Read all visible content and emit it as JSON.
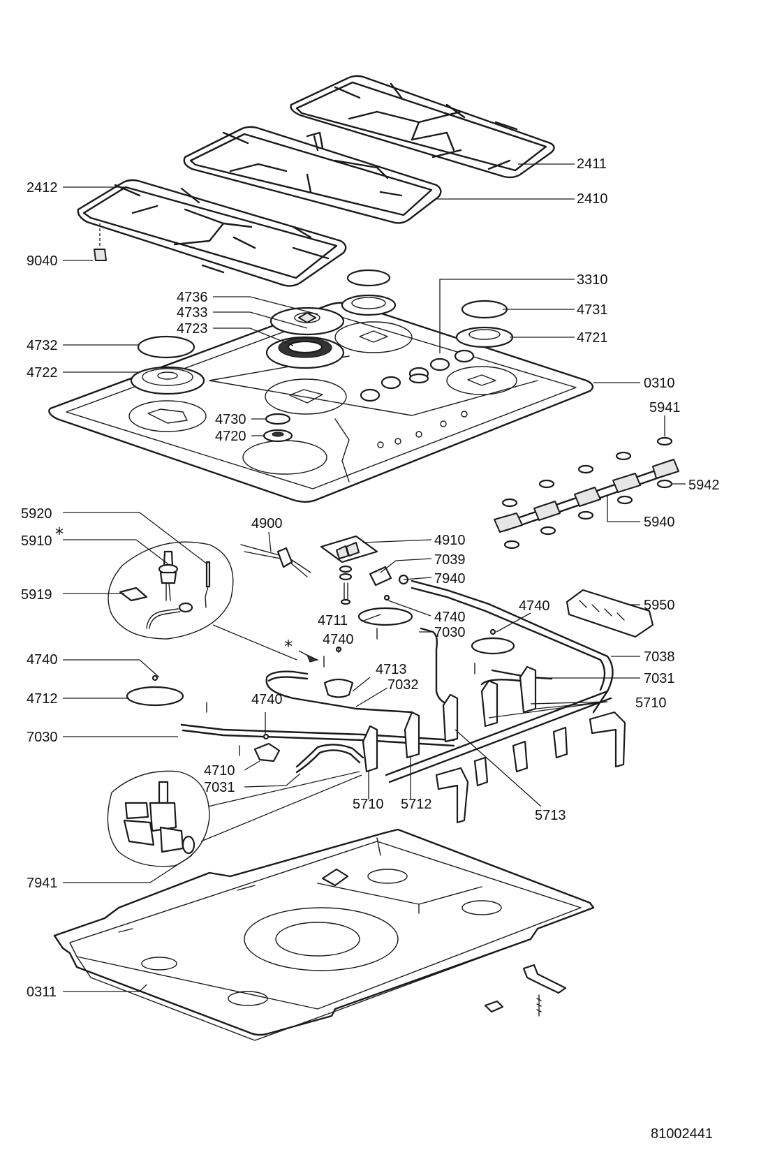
{
  "drawing_number": "81002441",
  "labels": [
    {
      "id": "2411",
      "text": "2411"
    },
    {
      "id": "2410",
      "text": "2410"
    },
    {
      "id": "2412",
      "text": "2412"
    },
    {
      "id": "9040",
      "text": "9040"
    },
    {
      "id": "3310",
      "text": "3310"
    },
    {
      "id": "4736",
      "text": "4736"
    },
    {
      "id": "4733",
      "text": "4733"
    },
    {
      "id": "4723",
      "text": "4723"
    },
    {
      "id": "4731",
      "text": "4731"
    },
    {
      "id": "4721",
      "text": "4721"
    },
    {
      "id": "4732",
      "text": "4732"
    },
    {
      "id": "4722",
      "text": "4722"
    },
    {
      "id": "0310",
      "text": "0310"
    },
    {
      "id": "4730",
      "text": "4730"
    },
    {
      "id": "4720",
      "text": "4720"
    },
    {
      "id": "5941",
      "text": "5941"
    },
    {
      "id": "5942",
      "text": "5942"
    },
    {
      "id": "5940",
      "text": "5940"
    },
    {
      "id": "5920",
      "text": "5920"
    },
    {
      "id": "4900",
      "text": "4900"
    },
    {
      "id": "4910",
      "text": "4910"
    },
    {
      "id": "5910",
      "text": "5910"
    },
    {
      "id": "7039",
      "text": "7039"
    },
    {
      "id": "7940",
      "text": "7940"
    },
    {
      "id": "5919",
      "text": "5919"
    },
    {
      "id": "4740a",
      "text": "4740"
    },
    {
      "id": "5950",
      "text": "5950"
    },
    {
      "id": "4711",
      "text": "4711"
    },
    {
      "id": "4740b",
      "text": "4740"
    },
    {
      "id": "7030a",
      "text": "7030"
    },
    {
      "id": "4740c",
      "text": "4740"
    },
    {
      "id": "7038",
      "text": "7038"
    },
    {
      "id": "4740d",
      "text": "4740"
    },
    {
      "id": "4713",
      "text": "4713"
    },
    {
      "id": "7032",
      "text": "7032"
    },
    {
      "id": "7031a",
      "text": "7031"
    },
    {
      "id": "4712",
      "text": "4712"
    },
    {
      "id": "5710a",
      "text": "5710"
    },
    {
      "id": "4740e",
      "text": "4740"
    },
    {
      "id": "7030b",
      "text": "7030"
    },
    {
      "id": "4710",
      "text": "4710"
    },
    {
      "id": "7031b",
      "text": "7031"
    },
    {
      "id": "5710b",
      "text": "5710"
    },
    {
      "id": "5712",
      "text": "5712"
    },
    {
      "id": "5713",
      "text": "5713"
    },
    {
      "id": "7941",
      "text": "7941"
    },
    {
      "id": "0311",
      "text": "0311"
    }
  ],
  "markers": {
    "star_symbol": "*"
  }
}
